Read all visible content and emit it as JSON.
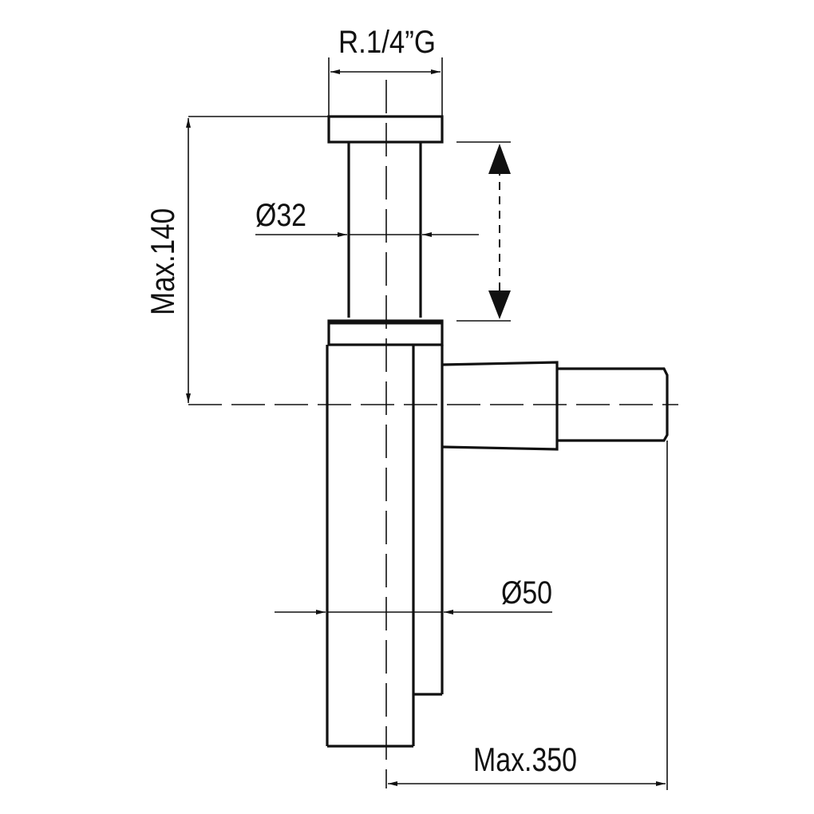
{
  "labels": {
    "thread": "R.1/4”G",
    "diameter_tube": "Ø32",
    "height": "Max.140",
    "diameter_body": "Ø50",
    "length": "Max.350"
  },
  "colors": {
    "line": "#111111",
    "background": "#ffffff"
  }
}
